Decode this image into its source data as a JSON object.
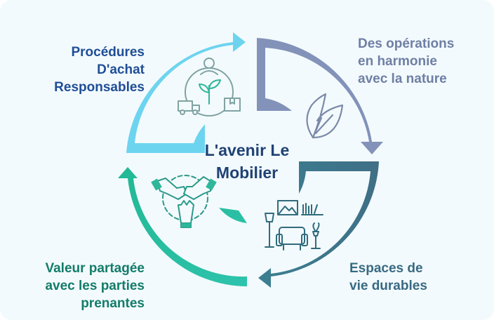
{
  "center": {
    "title": "L'avenir Le\nMobilier"
  },
  "segments": [
    {
      "label": "Procédures\nD'achat\nResponsables",
      "color": "#6dd4ef",
      "text_color": "#1f4e96",
      "icon": "procurement-cycle-icon"
    },
    {
      "label": "Des opérations\nen harmonie\navec la nature",
      "color": "#8292b9",
      "text_color": "#6f7fa4",
      "icon": "leaf-icon"
    },
    {
      "label": "Espaces de\nvie durables",
      "color": "#3b7f91",
      "text_color": "#386a82",
      "icon": "living-room-icon"
    },
    {
      "label": "Valeur partagée\navec les parties\nprenantes",
      "color": "#2dc4a6",
      "text_color": "#137c69",
      "icon": "joined-hands-icon"
    }
  ],
  "colors": {
    "background": "#f3fafd",
    "center_text": "#1f4274",
    "icon_stroke": "#7fa3a3",
    "icon_fill": "#2fb79a"
  }
}
